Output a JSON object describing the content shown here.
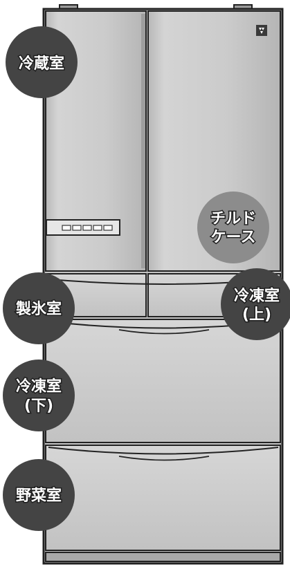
{
  "labels": {
    "fridge": "冷蔵室",
    "chilled_case_line1": "チルド",
    "chilled_case_line2": "ケース",
    "ice": "製氷室",
    "freezer_upper_line1": "冷凍室",
    "freezer_upper_line2": "(上)",
    "freezer_lower_line1": "冷凍室",
    "freezer_lower_line2": "(下)",
    "vegetable": "野菜室"
  },
  "colors": {
    "badge_dark": "#444444",
    "badge_chilled": "#8c8c8c",
    "body_silver": "#c9c9c9",
    "outline": "#222222"
  },
  "icons": {
    "logo": "brand-logo-icon",
    "control_panel": "control-panel-icon"
  }
}
